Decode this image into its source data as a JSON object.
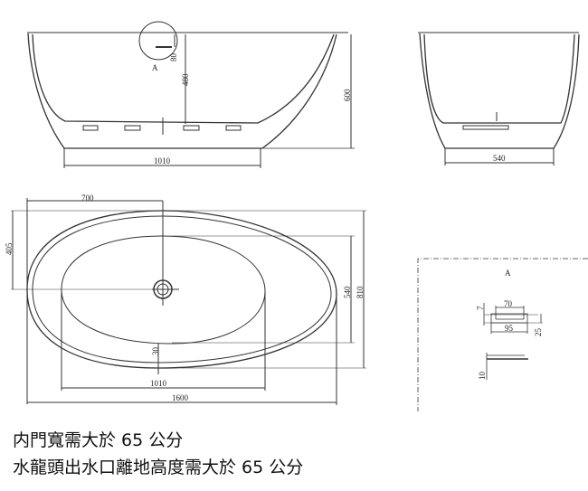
{
  "front_view": {
    "width_base": "1010",
    "height_total": "600",
    "inner_depth": "480",
    "overflow_height": "80",
    "detail_marker": "A"
  },
  "side_view": {
    "width": "540"
  },
  "top_view": {
    "drain_offset_x": "700",
    "drain_offset_y": "405",
    "inner_width": "540",
    "outer_width": "810",
    "rim": "30",
    "inner_length": "1010",
    "outer_length": "1600"
  },
  "detail_a": {
    "title": "A",
    "slot_length": "70",
    "slot_height": "7",
    "plate_length": "95",
    "plate_height": "25",
    "thickness": "10"
  },
  "notes": [
    "内門寬需大於 65 公分",
    "水龍頭出水口離地高度需大於 65 公分"
  ]
}
